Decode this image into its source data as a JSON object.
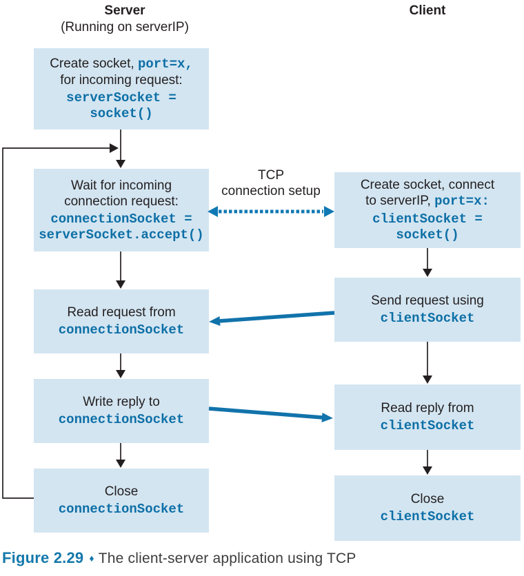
{
  "header": {
    "server_title": "Server",
    "server_subtitle": "(Running on serverIP)",
    "client_title": "Client"
  },
  "server_boxes": [
    {
      "text1": "Create socket, ",
      "inline_code": "port=x,",
      "text2": "for incoming request:",
      "code1": "serverSocket =",
      "code2": "socket()"
    },
    {
      "text1": "Wait for incoming",
      "text2": "connection request:",
      "code1": "connectionSocket =",
      "code2": "serverSocket.accept()"
    },
    {
      "text1": "Read request from",
      "code1": "connectionSocket"
    },
    {
      "text1": "Write reply to",
      "code1": "connectionSocket"
    },
    {
      "text1": "Close",
      "code1": "connectionSocket"
    }
  ],
  "client_boxes": [
    {
      "text1": "Create socket, connect",
      "text2": "to serverIP, ",
      "inline_code": "port=x:",
      "code1": "clientSocket =",
      "code2": "socket()"
    },
    {
      "text1": "Send request using",
      "code1": "clientSocket"
    },
    {
      "text1": "Read reply from",
      "code1": "clientSocket"
    },
    {
      "text1": "Close",
      "code1": "clientSocket"
    }
  ],
  "labels": {
    "tcp_setup_line1": "TCP",
    "tcp_setup_line2": "connection setup"
  },
  "caption": {
    "figure_label": "Figure 2.29",
    "separator": "♦",
    "text": "The client-server application using TCP"
  },
  "colors": {
    "box_fill": "#d3e5f1",
    "code_blue": "#0d6fa6",
    "arrow_blue": "#1273ab",
    "dash_blue": "#1079b4",
    "caption_blue": "#1478ab",
    "line_black": "#231f20",
    "text_black": "#231f20",
    "caption_gray": "#3d3d3d"
  }
}
